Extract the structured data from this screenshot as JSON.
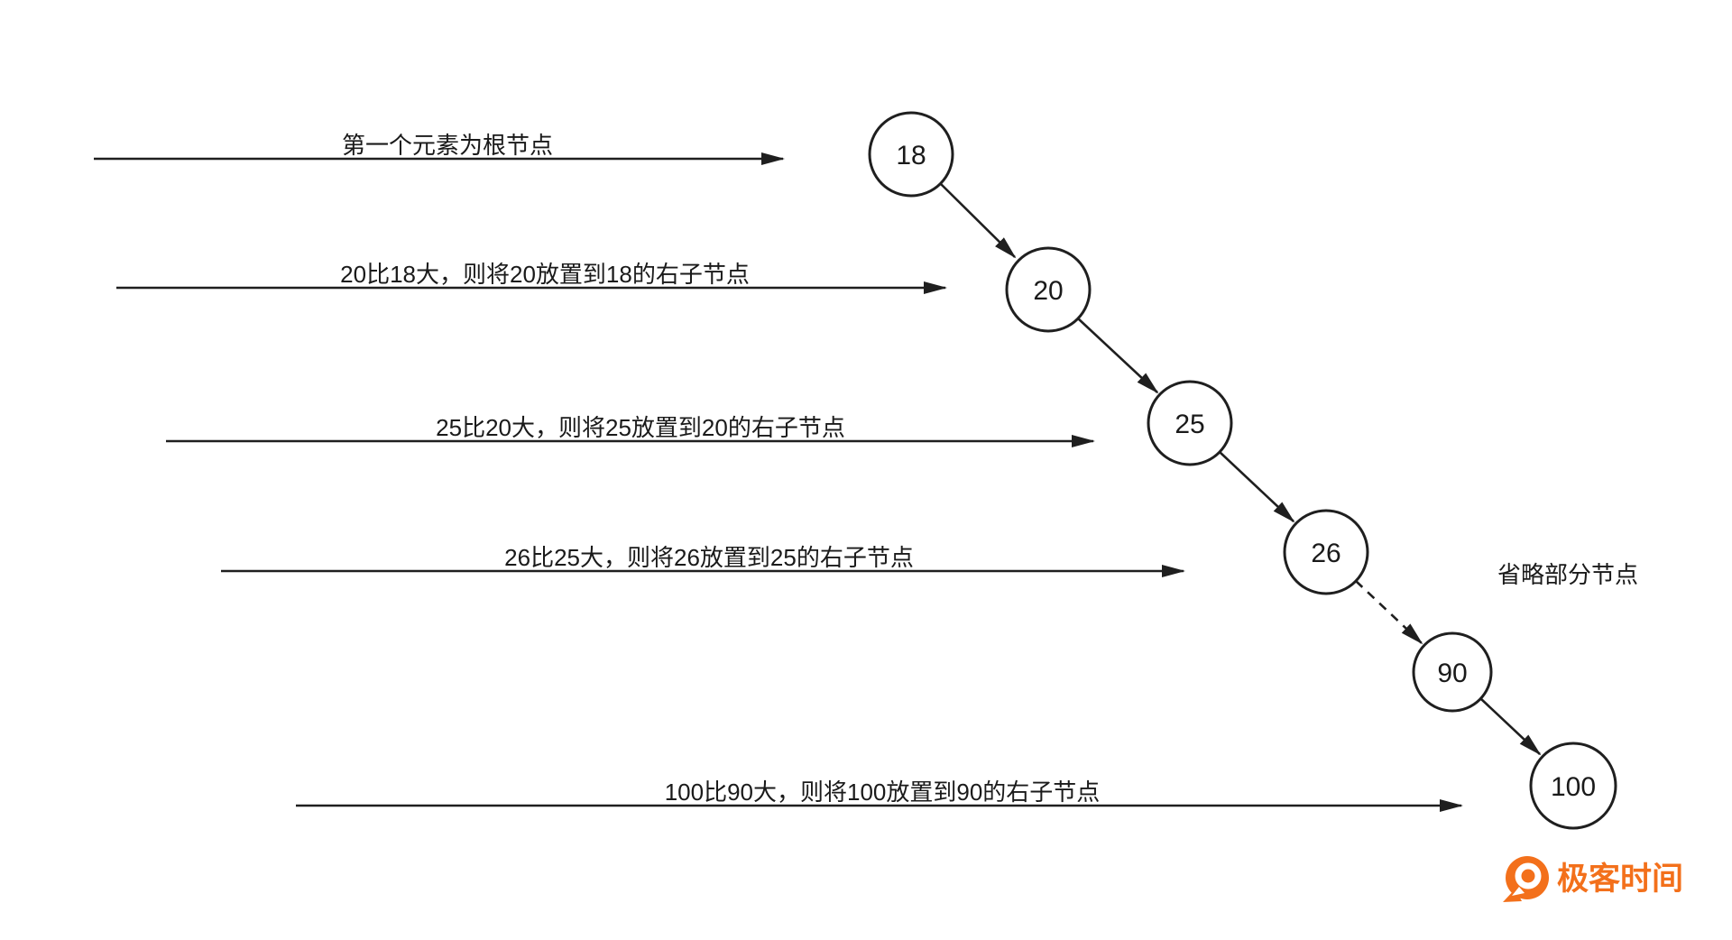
{
  "diagram": {
    "title_semantic": "binary-search-tree-degenerates-to-linked-list",
    "nodes": [
      {
        "label": "18"
      },
      {
        "label": "20"
      },
      {
        "label": "25"
      },
      {
        "label": "26"
      },
      {
        "label": "90"
      },
      {
        "label": "100"
      }
    ],
    "steps": [
      {
        "label": "第一个元素为根节点"
      },
      {
        "label": "20比18大，则将20放置到18的右子节点"
      },
      {
        "label": "25比20大，则将25放置到20的右子节点"
      },
      {
        "label": "26比25大，则将26放置到25的右子节点"
      },
      {
        "label": "100比90大，则将100放置到90的右子节点"
      }
    ],
    "omitted_label": "省略部分节点"
  },
  "branding": {
    "logo_text": "极客时间"
  },
  "colors": {
    "stroke": "#1f1f1f",
    "brand_orange": "#F3701B"
  }
}
